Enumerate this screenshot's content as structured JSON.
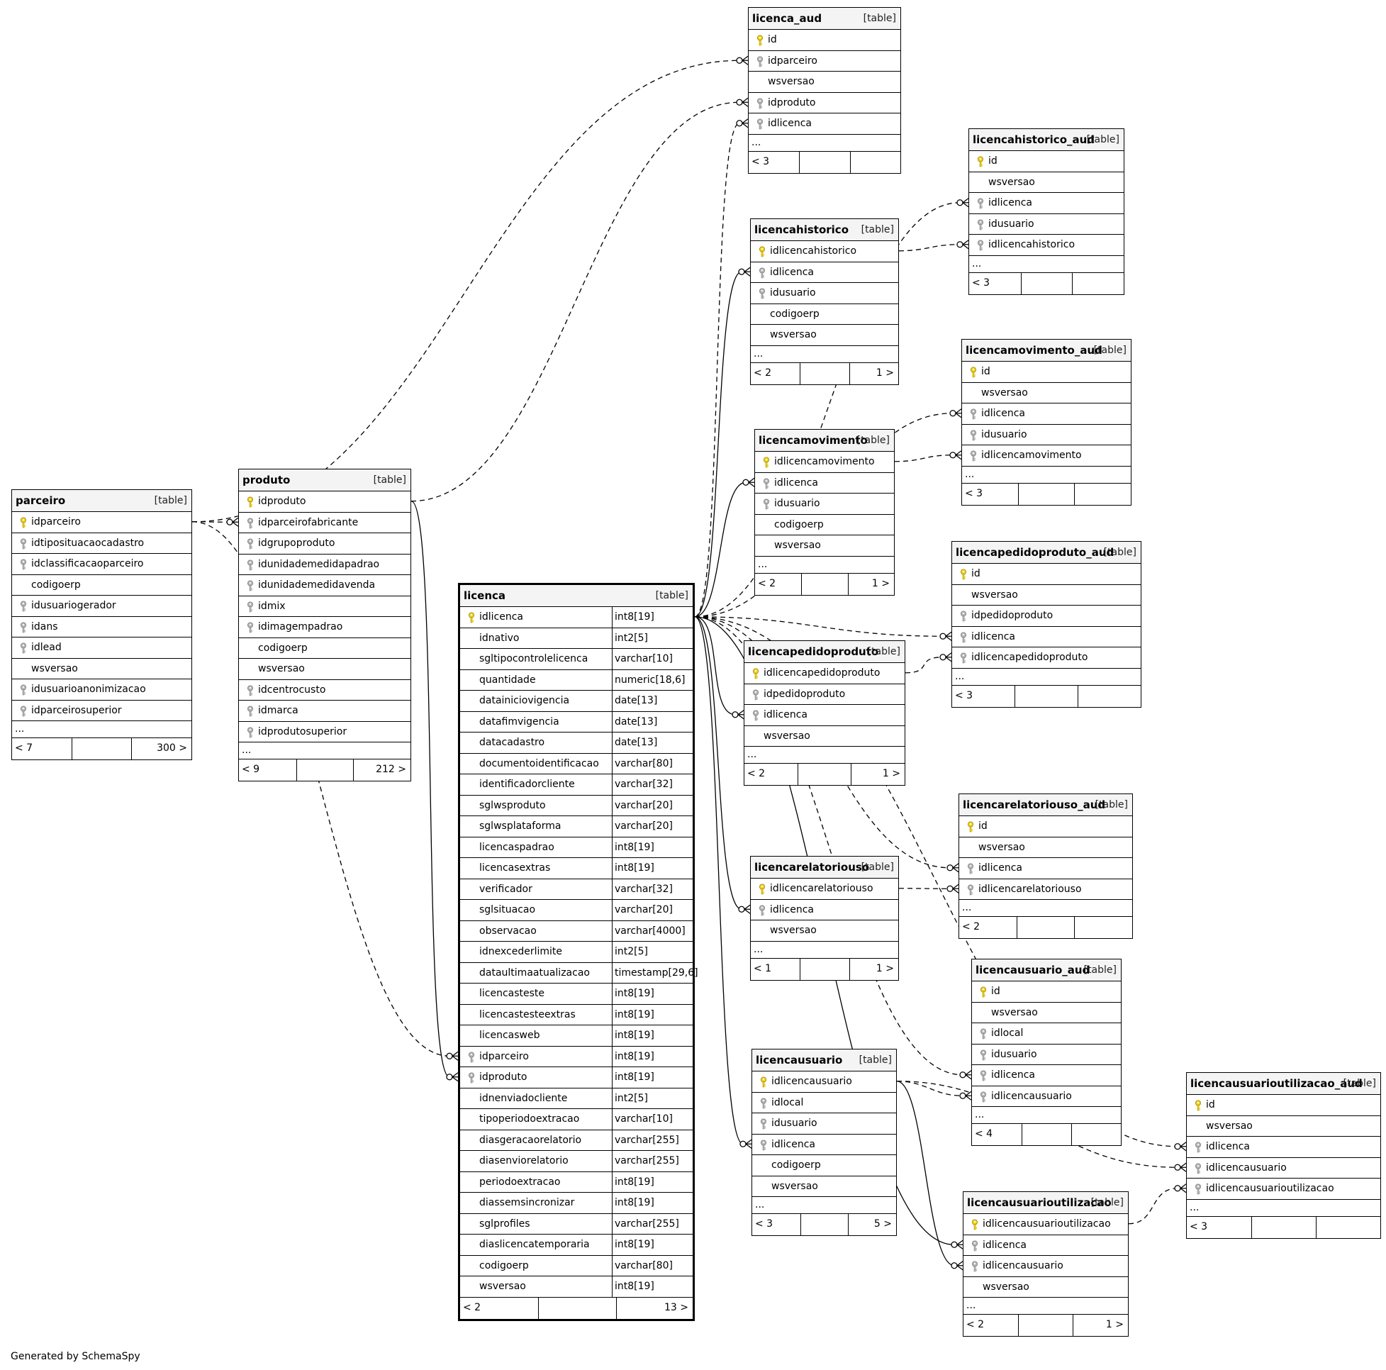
{
  "footer_text": "Generated by SchemaSpy",
  "icons": {
    "pk": "yellow-key-icon",
    "fk": "gray-key-icon"
  },
  "colors": {
    "pk_key": "#f2d31a",
    "fk_key": "#b8b8b8",
    "header_bg": "#f4f4f4",
    "line": "#000000"
  },
  "tables": [
    {
      "name": "parceiro",
      "type": "[table]",
      "cols": [
        {
          "n": "idparceiro",
          "k": "pk"
        },
        {
          "n": "idtiposituacaocadastro",
          "k": "fk"
        },
        {
          "n": "idclassificacaoparceiro",
          "k": "fk"
        },
        {
          "n": "codigoerp",
          "k": ""
        },
        {
          "n": "idusuariogerador",
          "k": "fk"
        },
        {
          "n": "idans",
          "k": "fk"
        },
        {
          "n": "idlead",
          "k": "fk"
        },
        {
          "n": "wsversao",
          "k": ""
        },
        {
          "n": "idusuarioanonimizacao",
          "k": "fk"
        },
        {
          "n": "idparceirosuperior",
          "k": "fk"
        }
      ],
      "more": "...",
      "parents": "< 7",
      "children": "300 >"
    },
    {
      "name": "produto",
      "type": "[table]",
      "cols": [
        {
          "n": "idproduto",
          "k": "pk"
        },
        {
          "n": "idparceirofabricante",
          "k": "fk"
        },
        {
          "n": "idgrupoproduto",
          "k": "fk"
        },
        {
          "n": "idunidademedidapadrao",
          "k": "fk"
        },
        {
          "n": "idunidademedidavenda",
          "k": "fk"
        },
        {
          "n": "idmix",
          "k": "fk"
        },
        {
          "n": "idimagempadrao",
          "k": "fk"
        },
        {
          "n": "codigoerp",
          "k": ""
        },
        {
          "n": "wsversao",
          "k": ""
        },
        {
          "n": "idcentrocusto",
          "k": "fk"
        },
        {
          "n": "idmarca",
          "k": "fk"
        },
        {
          "n": "idprodutosuperior",
          "k": "fk"
        }
      ],
      "more": "...",
      "parents": "< 9",
      "children": "212 >"
    },
    {
      "name": "licenca",
      "type": "[table]",
      "cols": [
        {
          "n": "idlicenca",
          "k": "pk",
          "t": "int8[19]"
        },
        {
          "n": "idnativo",
          "k": "",
          "t": "int2[5]"
        },
        {
          "n": "sgltipocontrolelicenca",
          "k": "",
          "t": "varchar[10]"
        },
        {
          "n": "quantidade",
          "k": "",
          "t": "numeric[18,6]"
        },
        {
          "n": "datainiciovigencia",
          "k": "",
          "t": "date[13]"
        },
        {
          "n": "datafimvigencia",
          "k": "",
          "t": "date[13]"
        },
        {
          "n": "datacadastro",
          "k": "",
          "t": "date[13]"
        },
        {
          "n": "documentoidentificacao",
          "k": "",
          "t": "varchar[80]"
        },
        {
          "n": "identificadorcliente",
          "k": "",
          "t": "varchar[32]"
        },
        {
          "n": "sglwsproduto",
          "k": "",
          "t": "varchar[20]"
        },
        {
          "n": "sglwsplataforma",
          "k": "",
          "t": "varchar[20]"
        },
        {
          "n": "licencaspadrao",
          "k": "",
          "t": "int8[19]"
        },
        {
          "n": "licencasextras",
          "k": "",
          "t": "int8[19]"
        },
        {
          "n": "verificador",
          "k": "",
          "t": "varchar[32]"
        },
        {
          "n": "sglsituacao",
          "k": "",
          "t": "varchar[20]"
        },
        {
          "n": "observacao",
          "k": "",
          "t": "varchar[4000]"
        },
        {
          "n": "idnexcederlimite",
          "k": "",
          "t": "int2[5]"
        },
        {
          "n": "dataultimaatualizacao",
          "k": "",
          "t": "timestamp[29,6]"
        },
        {
          "n": "licencasteste",
          "k": "",
          "t": "int8[19]"
        },
        {
          "n": "licencastesteextras",
          "k": "",
          "t": "int8[19]"
        },
        {
          "n": "licencasweb",
          "k": "",
          "t": "int8[19]"
        },
        {
          "n": "idparceiro",
          "k": "fk",
          "t": "int8[19]"
        },
        {
          "n": "idproduto",
          "k": "fk",
          "t": "int8[19]"
        },
        {
          "n": "idnenviadocliente",
          "k": "",
          "t": "int2[5]"
        },
        {
          "n": "tipoperiodoextracao",
          "k": "",
          "t": "varchar[10]"
        },
        {
          "n": "diasgeracaorelatorio",
          "k": "",
          "t": "varchar[255]"
        },
        {
          "n": "diasenviorelatorio",
          "k": "",
          "t": "varchar[255]"
        },
        {
          "n": "periodoextracao",
          "k": "",
          "t": "int8[19]"
        },
        {
          "n": "diassemsincronizar",
          "k": "",
          "t": "int8[19]"
        },
        {
          "n": "sglprofiles",
          "k": "",
          "t": "varchar[255]"
        },
        {
          "n": "diaslicencatemporaria",
          "k": "",
          "t": "int8[19]"
        },
        {
          "n": "codigoerp",
          "k": "",
          "t": "varchar[80]"
        },
        {
          "n": "wsversao",
          "k": "",
          "t": "int8[19]"
        }
      ],
      "more": "",
      "parents": "< 2",
      "children": "13 >"
    },
    {
      "name": "licenca_aud",
      "type": "[table]",
      "cols": [
        {
          "n": "id",
          "k": "pk"
        },
        {
          "n": "idparceiro",
          "k": "fk"
        },
        {
          "n": "wsversao",
          "k": ""
        },
        {
          "n": "idproduto",
          "k": "fk"
        },
        {
          "n": "idlicenca",
          "k": "fk"
        }
      ],
      "more": "...",
      "parents": "< 3",
      "children": ""
    },
    {
      "name": "licencahistorico_aud",
      "type": "[table]",
      "cols": [
        {
          "n": "id",
          "k": "pk"
        },
        {
          "n": "wsversao",
          "k": ""
        },
        {
          "n": "idlicenca",
          "k": "fk"
        },
        {
          "n": "idusuario",
          "k": "fk"
        },
        {
          "n": "idlicencahistorico",
          "k": "fk"
        }
      ],
      "more": "...",
      "parents": "< 3",
      "children": ""
    },
    {
      "name": "licencahistorico",
      "type": "[table]",
      "cols": [
        {
          "n": "idlicencahistorico",
          "k": "pk"
        },
        {
          "n": "idlicenca",
          "k": "fk"
        },
        {
          "n": "idusuario",
          "k": "fk"
        },
        {
          "n": "codigoerp",
          "k": ""
        },
        {
          "n": "wsversao",
          "k": ""
        }
      ],
      "more": "...",
      "parents": "< 2",
      "children": "1 >"
    },
    {
      "name": "licencamovimento_aud",
      "type": "[table]",
      "cols": [
        {
          "n": "id",
          "k": "pk"
        },
        {
          "n": "wsversao",
          "k": ""
        },
        {
          "n": "idlicenca",
          "k": "fk"
        },
        {
          "n": "idusuario",
          "k": "fk"
        },
        {
          "n": "idlicencamovimento",
          "k": "fk"
        }
      ],
      "more": "...",
      "parents": "< 3",
      "children": ""
    },
    {
      "name": "licencamovimento",
      "type": "[table]",
      "cols": [
        {
          "n": "idlicencamovimento",
          "k": "pk"
        },
        {
          "n": "idlicenca",
          "k": "fk"
        },
        {
          "n": "idusuario",
          "k": "fk"
        },
        {
          "n": "codigoerp",
          "k": ""
        },
        {
          "n": "wsversao",
          "k": ""
        }
      ],
      "more": "...",
      "parents": "< 2",
      "children": "1 >"
    },
    {
      "name": "licencapedidoproduto_aud",
      "type": "[table]",
      "cols": [
        {
          "n": "id",
          "k": "pk"
        },
        {
          "n": "wsversao",
          "k": ""
        },
        {
          "n": "idpedidoproduto",
          "k": "fk"
        },
        {
          "n": "idlicenca",
          "k": "fk"
        },
        {
          "n": "idlicencapedidoproduto",
          "k": "fk"
        }
      ],
      "more": "...",
      "parents": "< 3",
      "children": ""
    },
    {
      "name": "licencapedidoproduto",
      "type": "[table]",
      "cols": [
        {
          "n": "idlicencapedidoproduto",
          "k": "pk"
        },
        {
          "n": "idpedidoproduto",
          "k": "fk"
        },
        {
          "n": "idlicenca",
          "k": "fk"
        },
        {
          "n": "wsversao",
          "k": ""
        }
      ],
      "more": "...",
      "parents": "< 2",
      "children": "1 >"
    },
    {
      "name": "licencarelatoriouso_aud",
      "type": "[table]",
      "cols": [
        {
          "n": "id",
          "k": "pk"
        },
        {
          "n": "wsversao",
          "k": ""
        },
        {
          "n": "idlicenca",
          "k": "fk"
        },
        {
          "n": "idlicencarelatoriouso",
          "k": "fk"
        }
      ],
      "more": "...",
      "parents": "< 2",
      "children": ""
    },
    {
      "name": "licencarelatoriouso",
      "type": "[table]",
      "cols": [
        {
          "n": "idlicencarelatoriouso",
          "k": "pk"
        },
        {
          "n": "idlicenca",
          "k": "fk"
        },
        {
          "n": "wsversao",
          "k": ""
        }
      ],
      "more": "...",
      "parents": "< 1",
      "children": "1 >"
    },
    {
      "name": "licencausuario_aud",
      "type": "[table]",
      "cols": [
        {
          "n": "id",
          "k": "pk"
        },
        {
          "n": "wsversao",
          "k": ""
        },
        {
          "n": "idlocal",
          "k": "fk"
        },
        {
          "n": "idusuario",
          "k": "fk"
        },
        {
          "n": "idlicenca",
          "k": "fk"
        },
        {
          "n": "idlicencausuario",
          "k": "fk"
        }
      ],
      "more": "...",
      "parents": "< 4",
      "children": ""
    },
    {
      "name": "licencausuario",
      "type": "[table]",
      "cols": [
        {
          "n": "idlicencausuario",
          "k": "pk"
        },
        {
          "n": "idlocal",
          "k": "fk"
        },
        {
          "n": "idusuario",
          "k": "fk"
        },
        {
          "n": "idlicenca",
          "k": "fk"
        },
        {
          "n": "codigoerp",
          "k": ""
        },
        {
          "n": "wsversao",
          "k": ""
        }
      ],
      "more": "...",
      "parents": "< 3",
      "children": "5 >"
    },
    {
      "name": "licencausuarioutilizacao_aud",
      "type": "[table]",
      "cols": [
        {
          "n": "id",
          "k": "pk"
        },
        {
          "n": "wsversao",
          "k": ""
        },
        {
          "n": "idlicenca",
          "k": "fk"
        },
        {
          "n": "idlicencausuario",
          "k": "fk"
        },
        {
          "n": "idlicencausuarioutilizacao",
          "k": "fk"
        }
      ],
      "more": "...",
      "parents": "< 3",
      "children": ""
    },
    {
      "name": "licencausuarioutilizacao",
      "type": "[table]",
      "cols": [
        {
          "n": "idlicencausuarioutilizacao",
          "k": "pk"
        },
        {
          "n": "idlicenca",
          "k": "fk"
        },
        {
          "n": "idlicencausuario",
          "k": "fk"
        },
        {
          "n": "wsversao",
          "k": ""
        }
      ],
      "more": "...",
      "parents": "< 2",
      "children": "1 >"
    }
  ],
  "relationships": [
    {
      "from": "parceiro.idparceiro",
      "to": "produto.idparceirofabricante",
      "style": "dashed"
    },
    {
      "from": "parceiro.idparceiro",
      "to": "licenca_aud.idparceiro",
      "style": "dashed"
    },
    {
      "from": "parceiro.idparceiro",
      "to": "licenca.idparceiro",
      "style": "dashed"
    },
    {
      "from": "produto.idproduto",
      "to": "licenca_aud.idproduto",
      "style": "dashed"
    },
    {
      "from": "produto.idproduto",
      "to": "licenca.idproduto",
      "style": "solid"
    },
    {
      "from": "licenca.idlicenca",
      "to": "licenca_aud.idlicenca",
      "style": "dashed"
    },
    {
      "from": "licenca.idlicenca",
      "to": "licencahistorico_aud.idlicenca",
      "style": "dashed"
    },
    {
      "from": "licenca.idlicenca",
      "to": "licencahistorico.idlicenca",
      "style": "solid"
    },
    {
      "from": "licenca.idlicenca",
      "to": "licencamovimento_aud.idlicenca",
      "style": "dashed"
    },
    {
      "from": "licenca.idlicenca",
      "to": "licencamovimento.idlicenca",
      "style": "solid"
    },
    {
      "from": "licenca.idlicenca",
      "to": "licencapedidoproduto_aud.idlicenca",
      "style": "dashed"
    },
    {
      "from": "licenca.idlicenca",
      "to": "licencapedidoproduto.idlicenca",
      "style": "solid"
    },
    {
      "from": "licenca.idlicenca",
      "to": "licencarelatoriouso_aud.idlicenca",
      "style": "dashed"
    },
    {
      "from": "licenca.idlicenca",
      "to": "licencarelatoriouso.idlicenca",
      "style": "solid"
    },
    {
      "from": "licenca.idlicenca",
      "to": "licencausuario_aud.idlicenca",
      "style": "dashed"
    },
    {
      "from": "licenca.idlicenca",
      "to": "licencausuario.idlicenca",
      "style": "solid"
    },
    {
      "from": "licenca.idlicenca",
      "to": "licencausuarioutilizacao_aud.idlicenca",
      "style": "dashed"
    },
    {
      "from": "licenca.idlicenca",
      "to": "licencausuarioutilizacao.idlicenca",
      "style": "solid"
    },
    {
      "from": "licencahistorico.idlicencahistorico",
      "to": "licencahistorico_aud.idlicencahistorico",
      "style": "dashed"
    },
    {
      "from": "licencamovimento.idlicencamovimento",
      "to": "licencamovimento_aud.idlicencamovimento",
      "style": "dashed"
    },
    {
      "from": "licencapedidoproduto.idlicencapedidoproduto",
      "to": "licencapedidoproduto_aud.idlicencapedidoproduto",
      "style": "dashed"
    },
    {
      "from": "licencarelatoriouso.idlicencarelatoriouso",
      "to": "licencarelatoriouso_aud.idlicencarelatoriouso",
      "style": "dashed"
    },
    {
      "from": "licencausuario.idlicencausuario",
      "to": "licencausuario_aud.idlicencausuario",
      "style": "dashed"
    },
    {
      "from": "licencausuario.idlicencausuario",
      "to": "licencausuarioutilizacao_aud.idlicencausuario",
      "style": "dashed"
    },
    {
      "from": "licencausuario.idlicencausuario",
      "to": "licencausuarioutilizacao.idlicencausuario",
      "style": "solid"
    },
    {
      "from": "licencausuarioutilizacao.idlicencausuarioutilizacao",
      "to": "licencausuarioutilizacao_aud.idlicencausuarioutilizacao",
      "style": "dashed"
    }
  ]
}
